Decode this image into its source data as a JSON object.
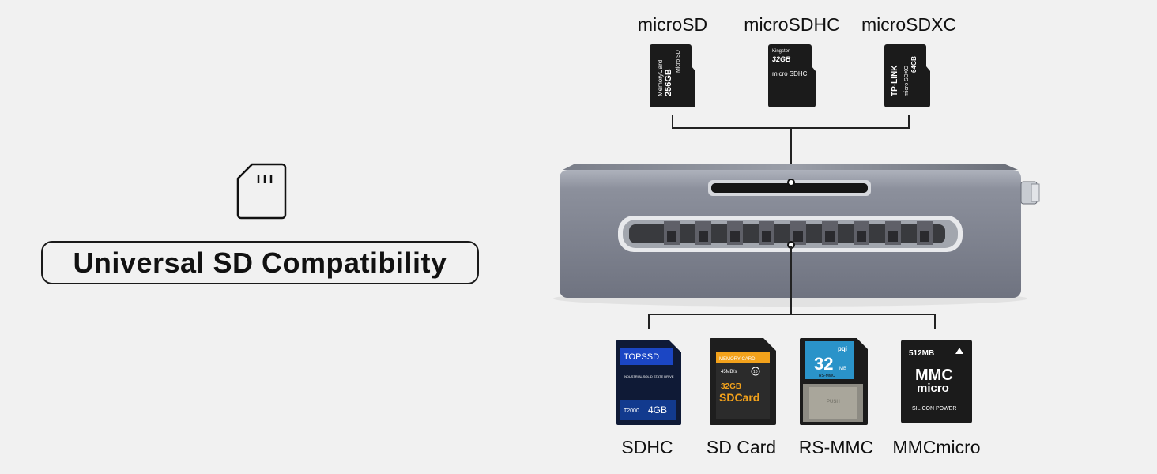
{
  "headline": "Universal SD Compatibility",
  "micro_cards": [
    {
      "label": "microSD",
      "print": {
        "l1": "MemoryCard",
        "l2": "256GB",
        "l3": "Micro SD"
      }
    },
    {
      "label": "microSDHC",
      "print": {
        "l1": "Kingston",
        "l2": "32GB",
        "l3": "micro SDHC"
      }
    },
    {
      "label": "microSDXC",
      "print": {
        "l1": "TP-LINK",
        "l2": "64GB",
        "l3": "micro SDXC"
      }
    }
  ],
  "full_cards": [
    {
      "label": "SDHC",
      "print": {
        "brand": "TOPSSD",
        "line": "INDUSTRIAL SOLID STATE DRIVE",
        "model": "T2000",
        "capacity": "4GB"
      }
    },
    {
      "label": "SD Card",
      "print": {
        "top": "MEMORY CARD",
        "speed": "45MB/s",
        "class": "10",
        "capacity": "32GB",
        "name": "SDCard"
      }
    },
    {
      "label": "RS-MMC",
      "print": {
        "brand": "pqi",
        "capacity": "32",
        "unit": "MB",
        "name": "RS-MMC",
        "push": "PUSH"
      }
    },
    {
      "label": "MMCmicro",
      "print": {
        "capacity": "512MB",
        "name1": "MMC",
        "name2": "micro",
        "brand": "SILICON POWER"
      }
    }
  ],
  "colors": {
    "background": "#f1f1f1",
    "device_body": "#8e929e",
    "line": "#222222",
    "card": "#1b1b1b"
  }
}
